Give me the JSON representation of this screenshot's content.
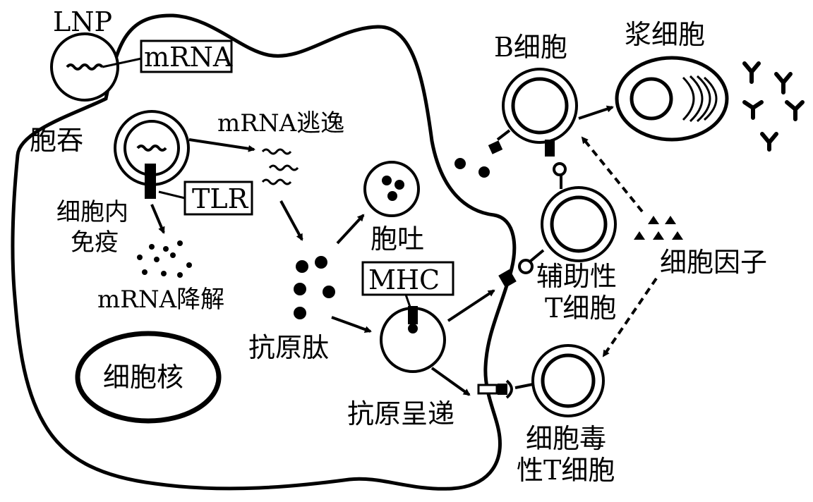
{
  "diagram": {
    "labels": {
      "lnp": "LNP",
      "mrna_box": "mRNA",
      "phagocytosis": "胞吞",
      "mrna_escape": "mRNA逃逸",
      "tlr_box": "TLR",
      "intracellular_immunity_line1": "细胞内",
      "intracellular_immunity_line2": "免疫",
      "mrna_degradation": "mRNA降解",
      "nucleus": "细胞核",
      "exocytosis": "胞吐",
      "mhc_box": "MHC",
      "antigen_peptide": "抗原肽",
      "antigen_presentation": "抗原呈递",
      "b_cell": "B细胞",
      "plasma_cell": "浆细胞",
      "helper_t_line1": "辅助性",
      "helper_t_line2": "T细胞",
      "cytokine": "细胞因子",
      "cytotoxic_t_line1": "细胞毒",
      "cytotoxic_t_line2": "性T细胞"
    },
    "colors": {
      "ink": "#000000",
      "background": "#ffffff"
    }
  }
}
